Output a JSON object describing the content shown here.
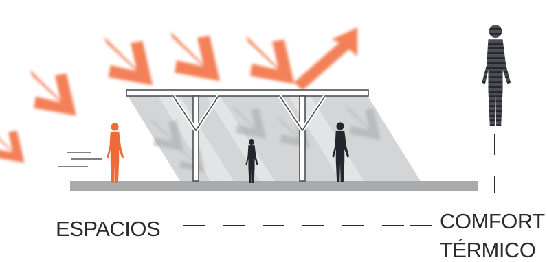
{
  "labels": {
    "left": "ESPACIOS",
    "right_line1": "COMFORT",
    "right_line2": "TÉRMICO"
  },
  "icons": [
    "sun-ray-arrow-icon",
    "person-icon",
    "wind-lines-icon",
    "canopy-structure",
    "dashed-connector"
  ],
  "colors": {
    "sun_ray": "#f26a3a",
    "person_warm": "#ef6a35",
    "person_dark": "#23262d",
    "shade": "#cfd0d2",
    "ground": "#a9aaac",
    "text": "#2b2b2b"
  }
}
